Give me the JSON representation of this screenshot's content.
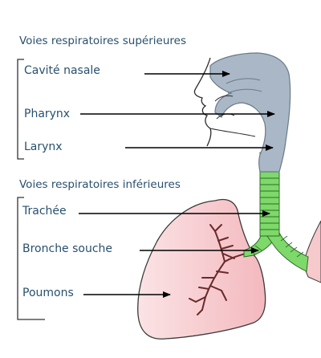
{
  "groups": {
    "upper": {
      "title": "Voies respiratoires supérieures",
      "labels": [
        "Cavité nasale",
        "Pharynx",
        "Larynx"
      ]
    },
    "lower": {
      "title": "Voies respiratoires inférieures",
      "labels": [
        "Trachée",
        "Bronche souche",
        "Poumons"
      ]
    }
  },
  "colors": {
    "text": "#28506e",
    "airway": "#a9b7c7",
    "airway_stroke": "#6b7a89",
    "trachea": "#7ed86a",
    "trachea_stroke": "#2f6b2a",
    "lung": "#f6c9cc",
    "lung_stroke": "#3a3a3a",
    "bronchi": "#6a2a2a",
    "bracket": "#333333",
    "arrow": "#000000"
  }
}
